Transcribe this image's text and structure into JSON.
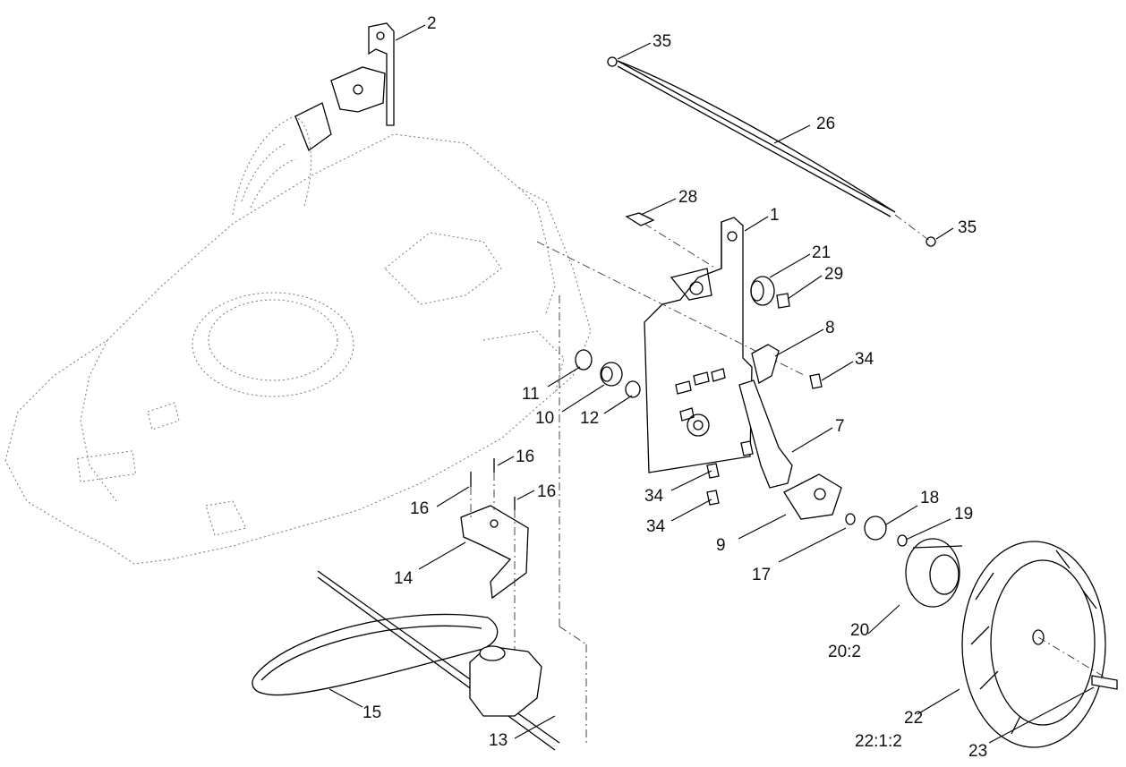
{
  "diagram": {
    "callouts": {
      "c1": "1",
      "c2": "2",
      "c7": "7",
      "c8": "8",
      "c9": "9",
      "c10": "10",
      "c11": "11",
      "c12": "12",
      "c13": "13",
      "c14": "14",
      "c15": "15",
      "c16a": "16",
      "c16b": "16",
      "c16c": "16",
      "c17": "17",
      "c18": "18",
      "c19": "19",
      "c20": "20",
      "c20b": "20:2",
      "c21": "21",
      "c22": "22",
      "c22b": "22:1:2",
      "c23": "23",
      "c26": "26",
      "c28": "28",
      "c29": "29",
      "c34a": "34",
      "c34b": "34",
      "c34c": "34",
      "c35a": "35",
      "c35b": "35"
    }
  }
}
